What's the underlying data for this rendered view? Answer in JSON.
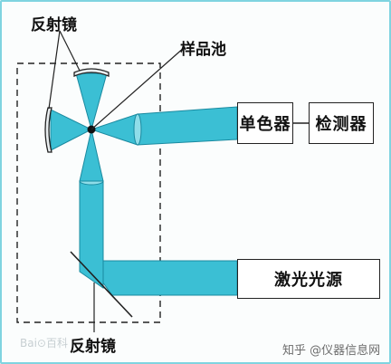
{
  "labels": {
    "mirror_top": "反射镜",
    "sample_cell": "样品池",
    "mirror_bottom": "反射镜"
  },
  "boxes": {
    "monochromator": "单色器",
    "detector": "检测器",
    "laser_source": "激光光源"
  },
  "watermark": {
    "baidu": "Bai⊙百科"
  },
  "credit": "知乎 @仪器信息网",
  "colors": {
    "beam": "#3bbfd4",
    "beam_dark": "#1a8aa0",
    "line": "#222222"
  }
}
